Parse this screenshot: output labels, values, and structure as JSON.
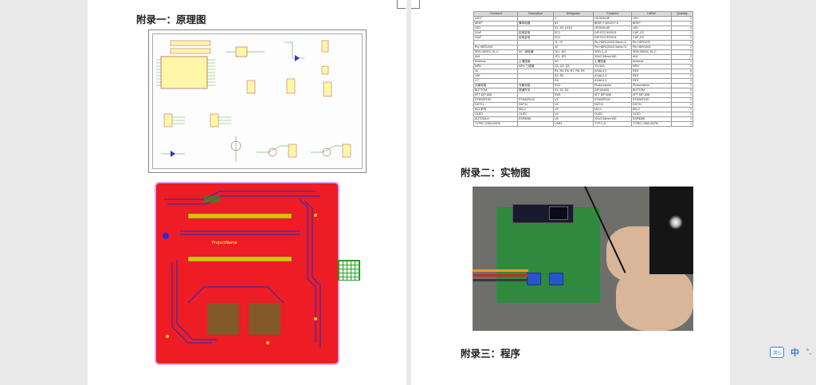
{
  "left_page": {
    "heading": "附录一：原理图",
    "pcb_silkscreen": "ProjectName"
  },
  "right_page": {
    "bom": {
      "columns": [
        "Comment",
        "Description",
        "Designator",
        "Footprint",
        "LibRef",
        "Quantity"
      ],
      "rows": [
        [
          "LED7",
          "",
          "1",
          "LED5-BLUE",
          "LED",
          "1"
        ],
        [
          "BEEP",
          "蜂鸣电路",
          "B1",
          "BEEP-7.6X12X7.5",
          "BEEP",
          "1"
        ],
        [
          "LED",
          "",
          "D1, D2, LED1",
          "LED5-BLUE",
          "LED",
          "3"
        ],
        [
          "22uF",
          "钽电容电",
          "EC1",
          "DIP-EC2.5X5X11",
          "CAP_EC",
          "1"
        ],
        [
          "10uF",
          "钽电容电",
          "EC2",
          "DIP-EC2.5X5X11",
          "CAP_EC",
          "1"
        ],
        [
          "",
          "",
          "J1, J3",
          "Pin HDR1X02/2.54mm-S",
          "Pin HDR1X20",
          "2"
        ],
        [
          "Pin HDR1X02",
          "",
          "J2",
          "Pin HDR1X02/2.54mm-S",
          "Pin HDR1X03",
          "1"
        ],
        [
          "SRD-05VDC-SL-C",
          "5V · 继电器",
          "JK1, JK2",
          "SRD-C_B",
          "SRD-05VDC-SL-C",
          "2"
        ],
        [
          "4N1",
          "",
          "JP1, JP2",
          "3X4/2.54mm/180",
          "4N1",
          "2"
        ],
        [
          "Moisture",
          "土壤湿度",
          "M1",
          "土壤湿度",
          "Moisture",
          "1"
        ],
        [
          "NPN",
          "NPN 三极管",
          "Q1, Q2, Q3",
          "TO-92A",
          "NPN",
          "3"
        ],
        [
          "1k",
          "",
          "R1, R4, R5, R7, R8, R9",
          "AXIAL0.3",
          "RES",
          "6"
        ],
        [
          "10K",
          "",
          "R2, R3",
          "AXIAL0.3",
          "RES",
          "2"
        ],
        [
          "4.7",
          "",
          "R6",
          "AXIAL0.3",
          "RES",
          "1"
        ],
        [
          "光敏电阻",
          "光敏电阻",
          "RG1",
          "Photoresistor",
          "Photoresistor",
          "1"
        ],
        [
          "BUTTOM",
          "按键开关",
          "S1, S2, S3",
          "DIP-6X6X5",
          "BUTTOM",
          "3"
        ],
        [
          "KFT DIP-808",
          "",
          "SW1",
          "KFT DIP-808",
          "KFT DIP-808",
          "1"
        ],
        [
          "STM32F103",
          "STM32F103",
          "U1",
          "STM32F103",
          "STM32F103",
          "1"
        ],
        [
          "DHT11",
          "DHT11",
          "U2",
          "DHT11",
          "DHT11",
          "1"
        ],
        [
          "MQ-系列",
          "MQ-2",
          "U3",
          "MQ-2",
          "MQ-2",
          "1"
        ],
        [
          "OLED",
          "OLED",
          "U4",
          "OLED",
          "OLED",
          "1"
        ],
        [
          "AUTOMUX",
          "ESP8266",
          "U5",
          "3X4/2.54mm/180",
          "ESP8266",
          "1"
        ],
        [
          "TYPEC-2300-BCPA",
          "",
          "USB1",
          "TYP-C-6",
          "TYPEC-2300-BCPA",
          "1"
        ]
      ]
    },
    "heading_photo": "附录二：实物图",
    "heading_code": "附录三：程序"
  },
  "ime": {
    "badge": "英S",
    "lang": "中",
    "more": "°,"
  }
}
